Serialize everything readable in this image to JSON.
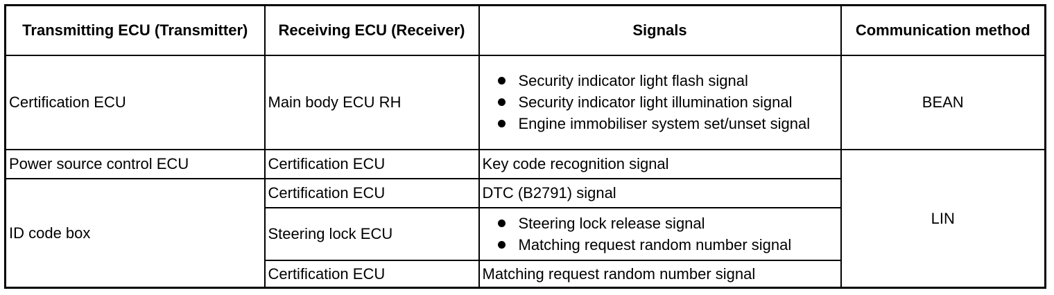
{
  "headers": {
    "transmitter": "Transmitting ECU (Transmitter)",
    "receiver": "Receiving ECU (Receiver)",
    "signals": "Signals",
    "method": "Communication method"
  },
  "rows": [
    {
      "transmitter": "Certification ECU",
      "receiver": "Main body ECU RH",
      "signals": [
        "Security indicator light flash signal",
        "Security indicator light illumination signal",
        "Engine immobiliser system set/unset signal"
      ],
      "method": "BEAN"
    },
    {
      "transmitter": "Power source control ECU",
      "receiver": "Certification ECU",
      "signal": "Key code recognition signal",
      "method": "LIN"
    },
    {
      "transmitter": "ID code box",
      "receiver": "Certification ECU",
      "signal": "DTC (B2791) signal"
    },
    {
      "receiver": "Steering lock ECU",
      "signals": [
        "Steering lock release signal",
        "Matching request random number signal"
      ]
    },
    {
      "receiver": "Certification ECU",
      "signal": "Matching request random number signal"
    }
  ]
}
